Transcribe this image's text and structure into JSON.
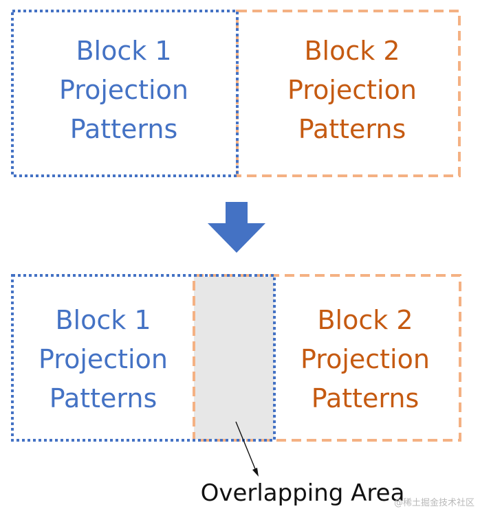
{
  "colors": {
    "blue": "#4472C4",
    "orange": "#C55A11",
    "orange_border": "#F4B183",
    "overlap_fill": "#E7E7E7",
    "arrow": "#4472C4"
  },
  "top": {
    "block1": {
      "line1": "Block 1",
      "line2": "Projection",
      "line3": "Patterns"
    },
    "block2": {
      "line1": "Block 2",
      "line2": "Projection",
      "line3": "Patterns"
    }
  },
  "bottom": {
    "block1": {
      "line1": "Block 1",
      "line2": "Projection",
      "line3": "Patterns"
    },
    "block2": {
      "line1": "Block 2",
      "line2": "Projection",
      "line3": "Patterns"
    },
    "overlap_label": "Overlapping Area"
  },
  "watermark": "@稀土掘金技术社区",
  "icons": {
    "transition_arrow": "down-arrow-icon"
  }
}
